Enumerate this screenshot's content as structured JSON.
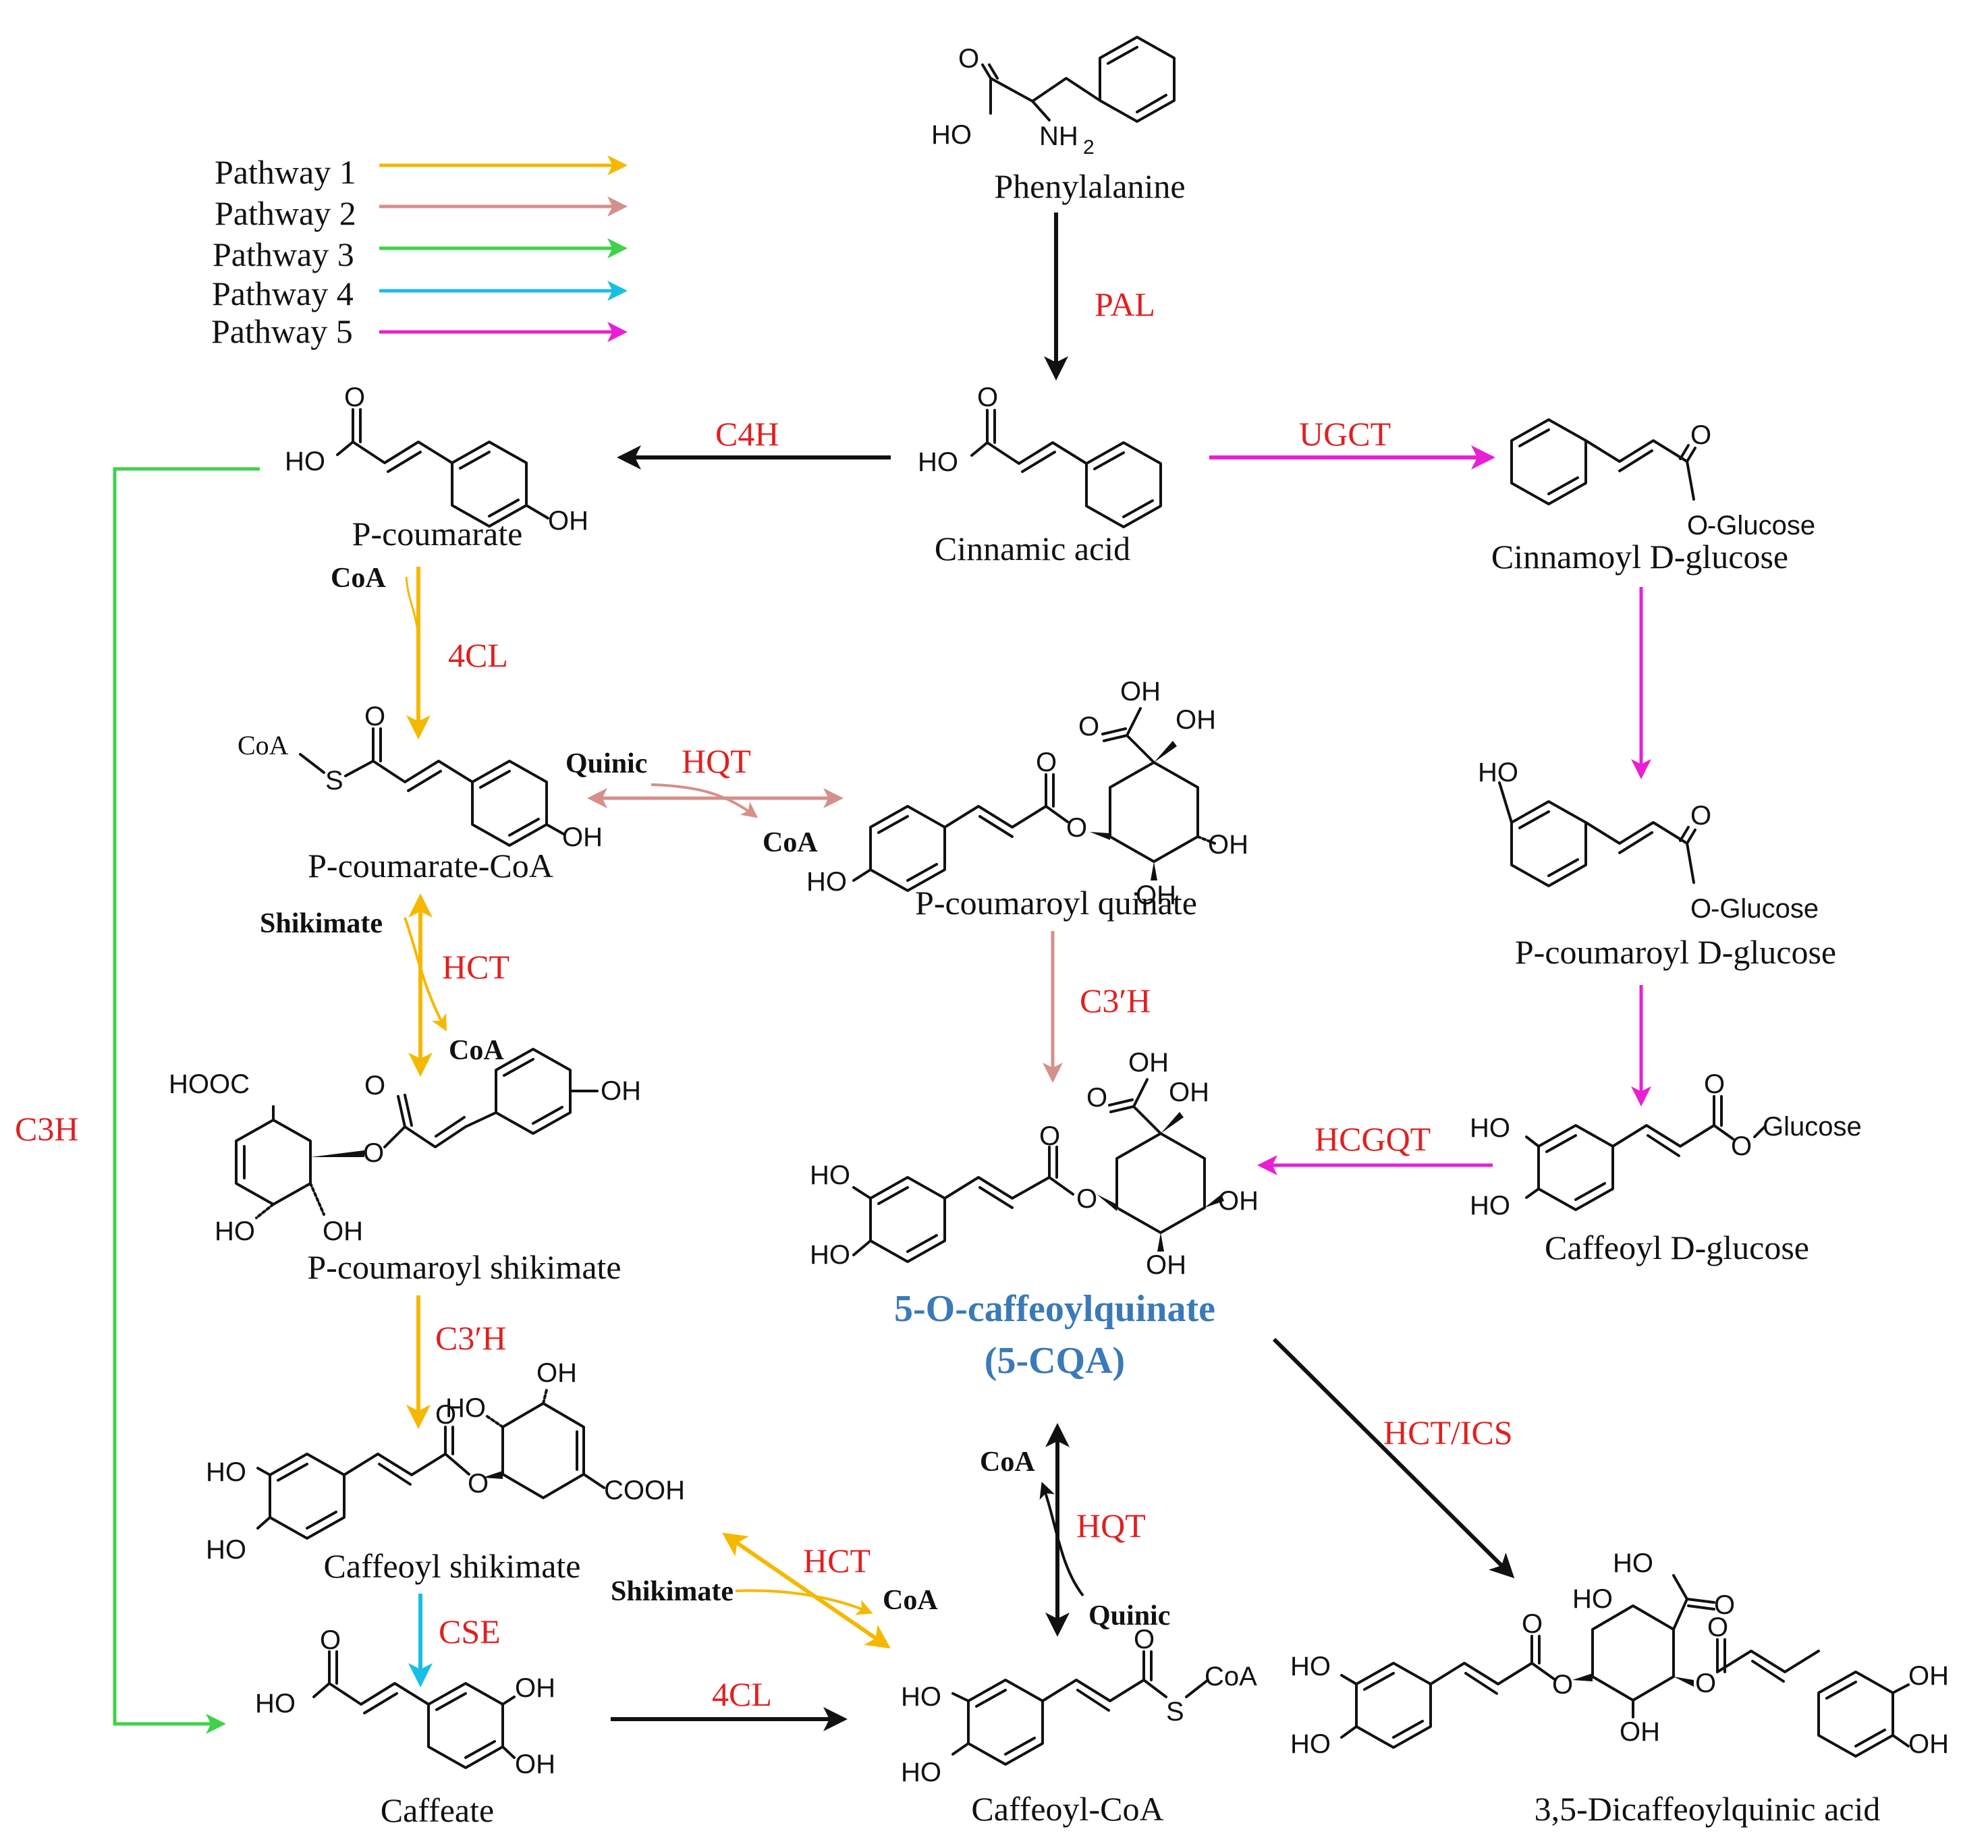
{
  "colors": {
    "pathway1": "#f5b800",
    "pathway2": "#d4908a",
    "pathway3": "#3fd24a",
    "pathway4": "#17bfe4",
    "pathway5": "#e81fd4",
    "enzyme": "#e02020",
    "product": "#3a7ab8",
    "ink": "#111111"
  },
  "legend": [
    {
      "label": "Pathway 1"
    },
    {
      "label": "Pathway 2"
    },
    {
      "label": "Pathway 3"
    },
    {
      "label": "Pathway 4"
    },
    {
      "label": "Pathway 5"
    }
  ],
  "compounds": {
    "phenylalanine": "Phenylalanine",
    "cinnamic_acid": "Cinnamic acid",
    "p_coumarate": "P-coumarate",
    "cinnamoyl_glucose": "Cinnamoyl D-glucose",
    "p_coumarate_coa": "P-coumarate-CoA",
    "p_coumaroyl_quinate": "P-coumaroyl quinate",
    "p_coumaroyl_glucose": "P-coumaroyl D-glucose",
    "p_coumaroyl_shikimate": "P-coumaroyl shikimate",
    "caffeoyl_glucose": "Caffeoyl D-glucose",
    "cqa_line1": "5-O-caffeoylquinate",
    "cqa_line2": "(5-CQA)",
    "caffeoyl_shikimate": "Caffeoyl shikimate",
    "caffeate": "Caffeate",
    "caffeoyl_coa": "Caffeoyl-CoA",
    "dicaffeoylquinic": "3,5-Dicaffeoylquinic acid"
  },
  "enzymes": {
    "pal": "PAL",
    "c4h": "C4H",
    "ugct": "UGCT",
    "cl4_top": "4CL",
    "hqt_top": "HQT",
    "hct_top": "HCT",
    "c3h": "C3H",
    "c3ph_left": "C3′H",
    "c3ph_mid": "C3′H",
    "hcgqt": "HCGQT",
    "hct_ics": "HCT/ICS",
    "hqt_bottom": "HQT",
    "hct_bottom": "HCT",
    "cse": "CSE",
    "cl4_bottom": "4CL"
  },
  "cofactors": {
    "coa_1": "CoA",
    "quinic_1": "Quinic",
    "coa_2": "CoA",
    "shikimate_1": "Shikimate",
    "coa_3": "CoA",
    "coa_4": "CoA",
    "quinic_2": "Quinic",
    "shikimate_2": "Shikimate",
    "coa_5": "CoA"
  },
  "atoms": {
    "o": "O",
    "ho": "HO",
    "oh": "OH",
    "nh2": "NH",
    "nh2_sub": "2",
    "s": "S",
    "coa": "CoA",
    "hooc": "HOOC",
    "cooh": "COOH",
    "o_glucose": "O",
    "glucose_dash": "-Glucose",
    "glucose": "Glucose"
  }
}
